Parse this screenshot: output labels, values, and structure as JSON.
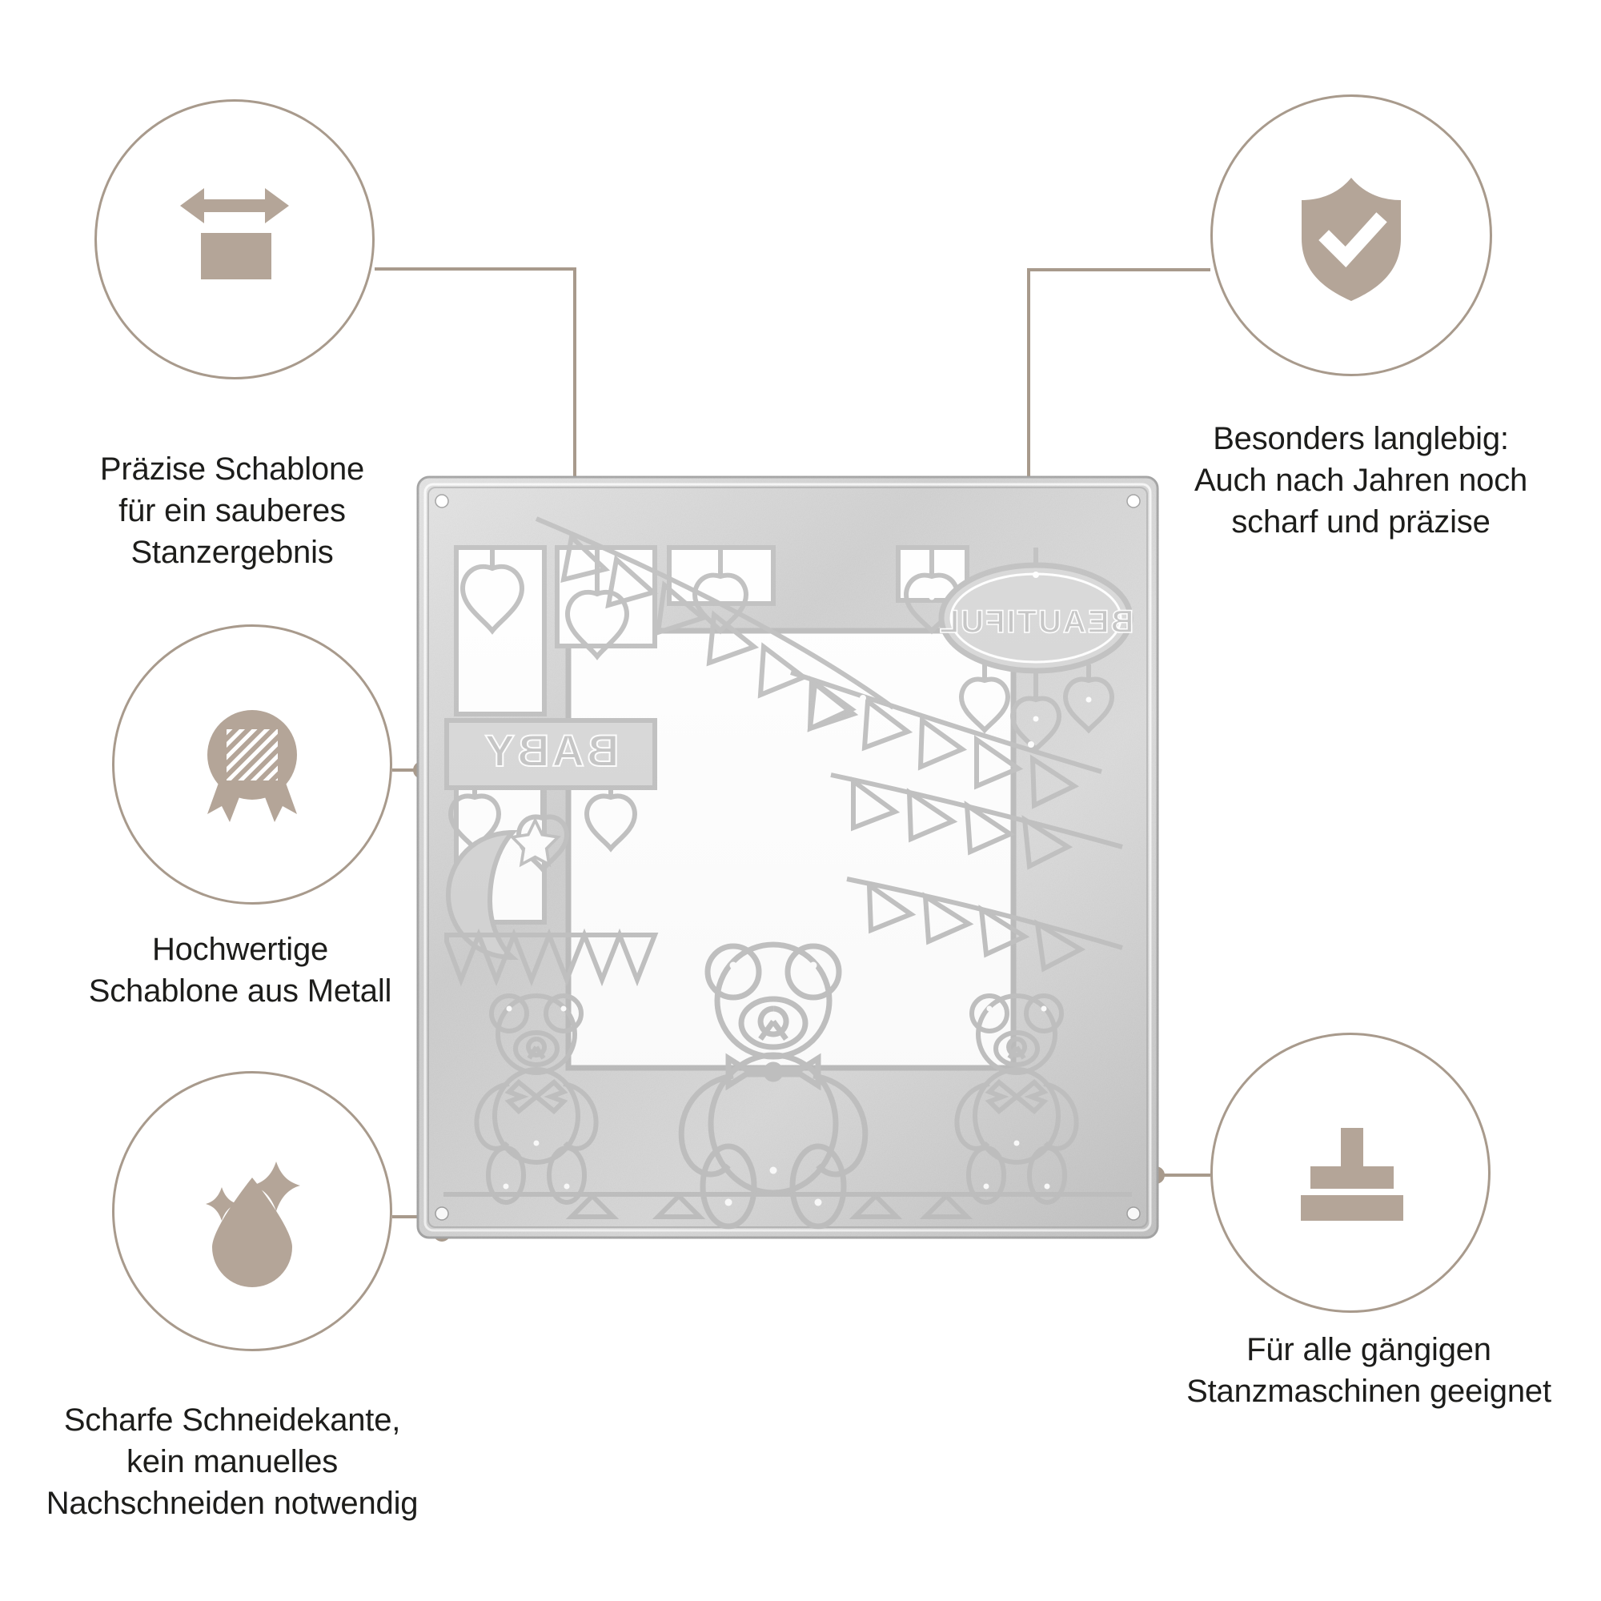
{
  "page": {
    "background_color": "#ffffff",
    "accent_color": "#a89a8c",
    "icon_fill_color": "#b3a housing",
    "text_color": "#1d1d1b"
  },
  "colors": {
    "circle_stroke": "#a89a8c",
    "icon_fill": "#b4a598",
    "connector_line": "#a89a8c",
    "caption_text": "#1d1d1b",
    "die_metal_light": "#f2f2f2",
    "die_metal_mid": "#c9c9c9",
    "die_metal_dark": "#9a9a9a"
  },
  "features": [
    {
      "id": "precision",
      "icon": "width-arrow-rectangle-icon",
      "caption": "Präzise Schablone\nfür ein sauberes\nStanzergebnis",
      "position": "top-left"
    },
    {
      "id": "durable",
      "icon": "shield-check-icon",
      "caption": "Besonders langlebig:\nAuch nach Jahren noch\nscharf und präzise",
      "position": "top-right"
    },
    {
      "id": "metal",
      "icon": "award-medal-icon",
      "caption": "Hochwertige\nSchablone aus Metall",
      "position": "middle-left"
    },
    {
      "id": "sharp",
      "icon": "water-droplet-sparkle-icon",
      "caption": "Scharfe Schneidekante,\nkein manuelles\nNachschneiden notwendig",
      "position": "bottom-left"
    },
    {
      "id": "machines",
      "icon": "die-cutting-press-icon",
      "caption": "Für alle gängigen\nStanzmaschinen geeignet",
      "position": "bottom-right"
    }
  ],
  "product": {
    "name": "metal-cutting-die-baby-frame",
    "description": "Quadratische Metall-Stanzschablone mit Babymotiven",
    "engraved_texts": [
      {
        "label": "BABY",
        "orientation": "mirrored",
        "location": "left-panel"
      },
      {
        "label": "BEAUTIFUL",
        "orientation": "mirrored",
        "location": "top-right-oval-plaque"
      }
    ],
    "motifs": [
      "hanging-hearts",
      "bunting-flags",
      "moon-and-star",
      "teddy-bear-large",
      "teddy-bear-small-left",
      "teddy-bear-small-right",
      "photo-frame-opening"
    ]
  }
}
